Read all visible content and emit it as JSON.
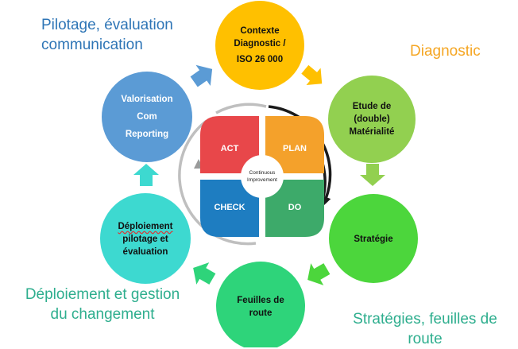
{
  "corners": {
    "top_left": [
      "Pilotage, évaluation",
      "communication"
    ],
    "top_right": [
      "Diagnostic"
    ],
    "bottom_left": [
      "Déploiement et gestion",
      "du changement"
    ],
    "bottom_right": [
      "Stratégies, feuilles de",
      "route"
    ]
  },
  "steps": [
    {
      "lines": [
        "Contexte",
        "Diagnostic /",
        "ISO 26 000"
      ],
      "color": "#FFC000"
    },
    {
      "lines": [
        "Etude de",
        "(double)",
        "Matérialité"
      ],
      "color": "#92D050"
    },
    {
      "lines": [
        "Stratégie"
      ],
      "color": "#4CD63C"
    },
    {
      "lines": [
        "Feuilles de",
        "route"
      ],
      "color": "#2ED47A"
    },
    {
      "lines": [
        "Déploiement",
        "pilotage et",
        "évaluation"
      ],
      "color": "#3DD9D0"
    },
    {
      "lines": [
        "Valorisation",
        "Com",
        "Reporting"
      ],
      "color": "#5B9BD5"
    }
  ],
  "pdca": {
    "act": "ACT",
    "plan": "PLAN",
    "do": "DO",
    "check": "CHECK",
    "center": [
      "Continuous",
      "Improvement"
    ],
    "colors": {
      "act": "#E8474A",
      "plan": "#F4A12B",
      "do": "#3DAA6A",
      "check": "#1E7DC1"
    }
  }
}
